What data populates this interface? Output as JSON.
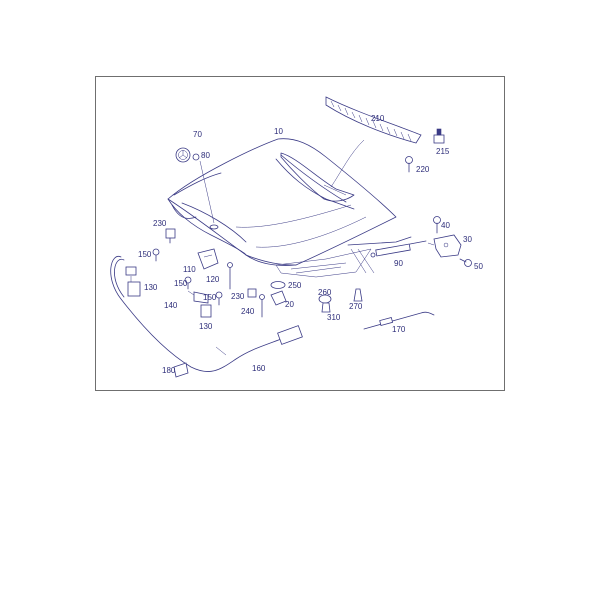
{
  "diagram": {
    "callouts": {
      "c10": "10",
      "c20": "20",
      "c30": "30",
      "c40": "40",
      "c50": "50",
      "c70": "70",
      "c80": "80",
      "c90": "90",
      "c110": "110",
      "c120": "120",
      "c130a": "130",
      "c130b": "130",
      "c140": "140",
      "c150a": "150",
      "c150b": "150",
      "c150c": "150",
      "c160": "160",
      "c170": "170",
      "c180": "180",
      "c210": "210",
      "c215": "215",
      "c220": "220",
      "c230a": "230",
      "c230b": "230",
      "c240": "240",
      "c250": "250",
      "c260": "260",
      "c270": "270",
      "c310": "310"
    },
    "colors": {
      "line": "#3b3b86",
      "text": "#2e2e7a",
      "frame": "#6f6f6f"
    }
  }
}
